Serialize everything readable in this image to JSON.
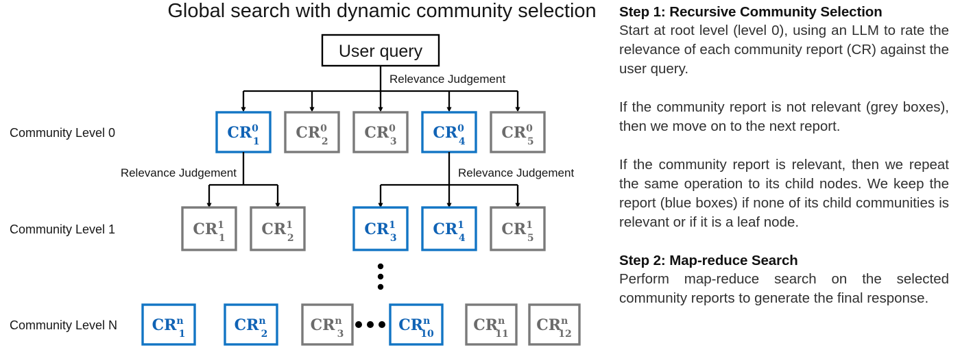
{
  "figure": {
    "title": "Global search with dynamic community selection",
    "root_node": {
      "label": "User query"
    },
    "edge_labels": {
      "root": "Relevance Judgement",
      "left_branch": "Relevance Judgement",
      "right_branch": "Relevance Judgement"
    },
    "ellipsis_horizontal": "•••",
    "levels": [
      {
        "name": "level-0",
        "label": "Community Level 0",
        "nodes": [
          {
            "base": "CR",
            "sup": "0",
            "sub": "1",
            "state": "relevant"
          },
          {
            "base": "CR",
            "sup": "0",
            "sub": "2",
            "state": "not-relevant"
          },
          {
            "base": "CR",
            "sup": "0",
            "sub": "3",
            "state": "not-relevant"
          },
          {
            "base": "CR",
            "sup": "0",
            "sub": "4",
            "state": "relevant"
          },
          {
            "base": "CR",
            "sup": "0",
            "sub": "5",
            "state": "not-relevant"
          }
        ]
      },
      {
        "name": "level-1",
        "label": "Community Level 1",
        "nodes": [
          {
            "base": "CR",
            "sup": "1",
            "sub": "1",
            "state": "not-relevant"
          },
          {
            "base": "CR",
            "sup": "1",
            "sub": "2",
            "state": "not-relevant"
          },
          {
            "base": "CR",
            "sup": "1",
            "sub": "3",
            "state": "relevant"
          },
          {
            "base": "CR",
            "sup": "1",
            "sub": "4",
            "state": "relevant"
          },
          {
            "base": "CR",
            "sup": "1",
            "sub": "5",
            "state": "not-relevant"
          }
        ]
      },
      {
        "name": "level-n",
        "label": "Community Level N",
        "nodes": [
          {
            "base": "CR",
            "sup": "n",
            "sub": "1",
            "state": "relevant"
          },
          {
            "base": "CR",
            "sup": "n",
            "sub": "2",
            "state": "relevant"
          },
          {
            "base": "CR",
            "sup": "n",
            "sub": "3",
            "state": "not-relevant"
          },
          {
            "base": "CR",
            "sup": "n",
            "sub": "10",
            "state": "relevant"
          },
          {
            "base": "CR",
            "sup": "n",
            "sub": "11",
            "state": "not-relevant"
          },
          {
            "base": "CR",
            "sup": "n",
            "sub": "12",
            "state": "not-relevant"
          }
        ]
      }
    ],
    "colors": {
      "relevant": "#1275c4",
      "relevant_text": "#1063b5",
      "not_relevant": "#7a7a7a",
      "not_relevant_text": "#6b6b6b",
      "root_border": "#000000",
      "link": "#000000",
      "background": "#ffffff"
    }
  },
  "explanation": {
    "step1": {
      "heading": "Step 1: Recursive Community Selection",
      "paragraphs": [
        "Start at root level (level 0), using an LLM to rate the relevance of each community report (CR) against the user query.",
        "If the community report is not relevant (grey boxes), then we move on to the next report.",
        "If the community report is relevant, then we repeat the same operation to its child nodes. We keep the report (blue boxes) if none of its child communities is relevant or if it is a leaf node."
      ]
    },
    "step2": {
      "heading": "Step 2: Map-reduce Search",
      "paragraphs": [
        "Perform map-reduce search on the selected community reports to generate the final response."
      ]
    }
  }
}
